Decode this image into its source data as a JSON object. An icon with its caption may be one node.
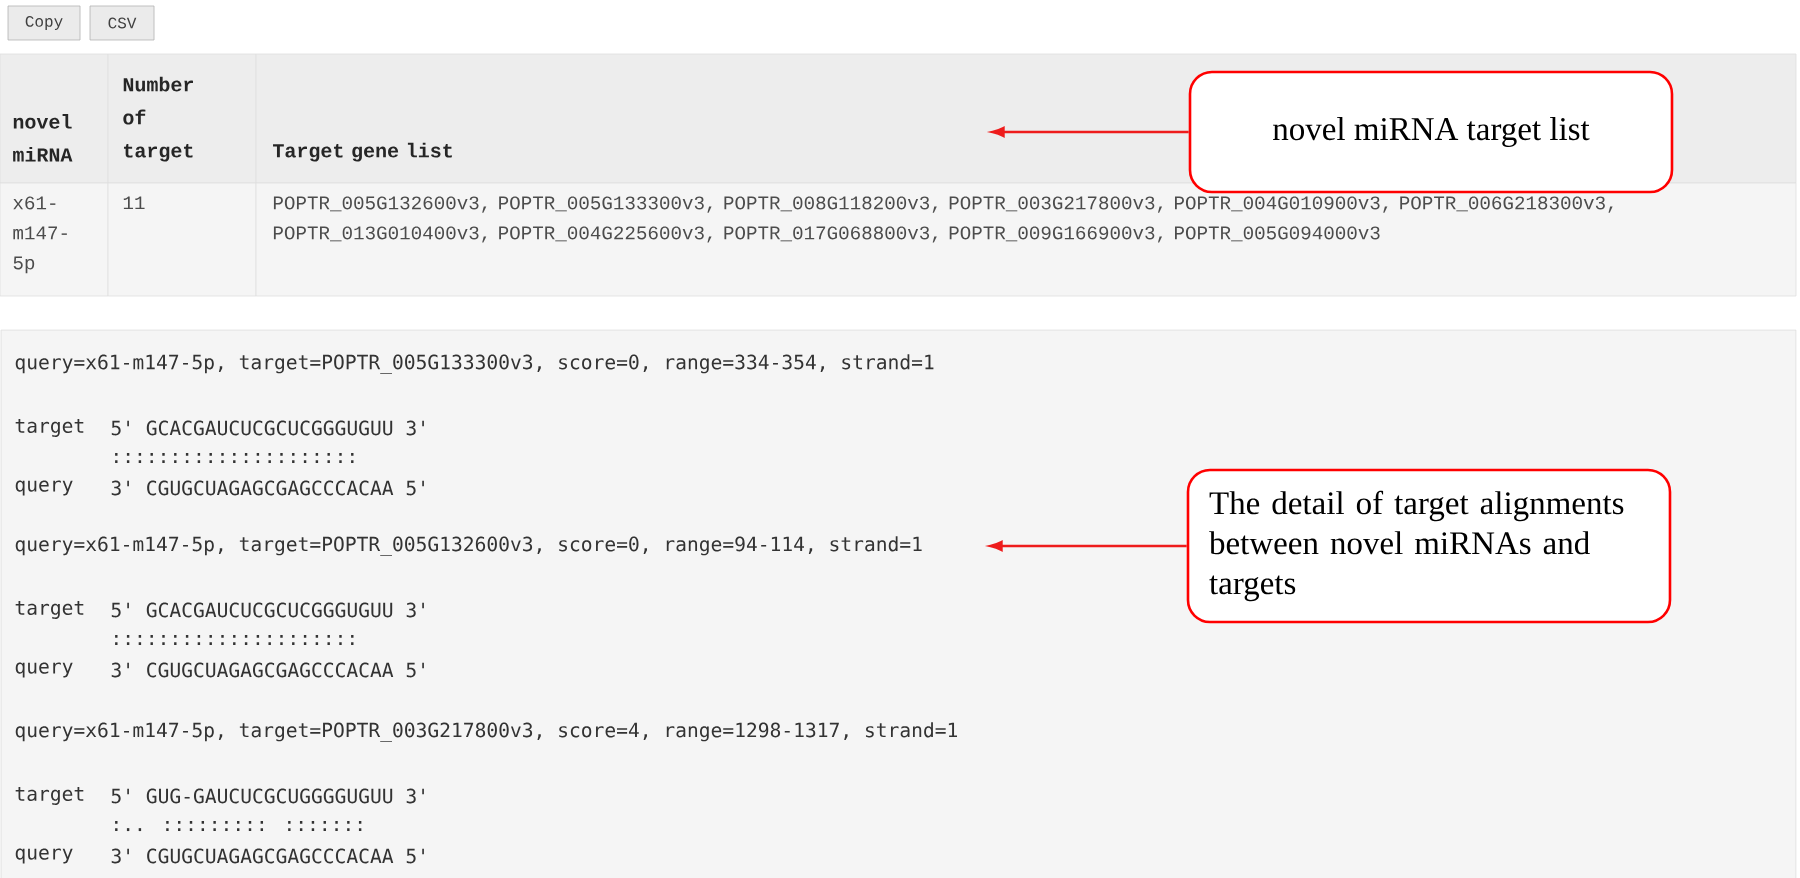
{
  "diagram": {
    "nodes": [
      {
        "text": [
          "novel miRNA target list"
        ]
      },
      {
        "text": [
          "The detail of target alignments between novel miRNAs and targets"
        ]
      }
    ],
    "edges": [
      {
        "from": 0,
        "to": null,
        "arrow": "to",
        "color": "#ee1c1c"
      },
      {
        "from": 1,
        "to": null,
        "arrow": "to",
        "color": "#ee1c1c"
      }
    ],
    "labels": [
      "Copy",
      "CSV",
      "novel miRNA",
      "Number of target",
      "Target gene list",
      "x61-m147-5p",
      "11",
      "POPTR_005G132600v3, POPTR_005G133300v3, POPTR_008G118200v3, POPTR_003G217800v3, POPTR_004G010900v3, POPTR_006G218300v3, POPTR_013G010400v3, POPTR_004G225600v3, POPTR_017G068800v3, POPTR_009G166900v3, POPTR_005G094000v3",
      "query=x61-m147-5p, target=POPTR_005G133300v3, score=0, range=334-354, strand=1",
      "target",
      "5' GCACGAUCUCGCUCGGGUGUU 3'",
      ":::::::::::::::::::::",
      "query",
      "3' CGUGCUAGAGCGAGCCCACAA 5'",
      "query=x61-m147-5p, target=POPTR_005G132600v3, score=0, range=94-114, strand=1",
      "target",
      "5' GCACGAUCUCGCUCGGGUGUU 3'",
      ":::::::::::::::::::::",
      "query",
      "3' CGUGCUAGAGCGAGCCCACAA 5'",
      "query=x61-m147-5p, target=POPTR_003G217800v3, score=4, range=1298-1317, strand=1",
      "target",
      "5' GUG-GAUCUCGCUGGGGUGUU 3'",
      ":.. ::::::::: :::::::",
      "query",
      "3' CGUGCUAGAGCGAGCCCACAA 5'"
    ]
  }
}
